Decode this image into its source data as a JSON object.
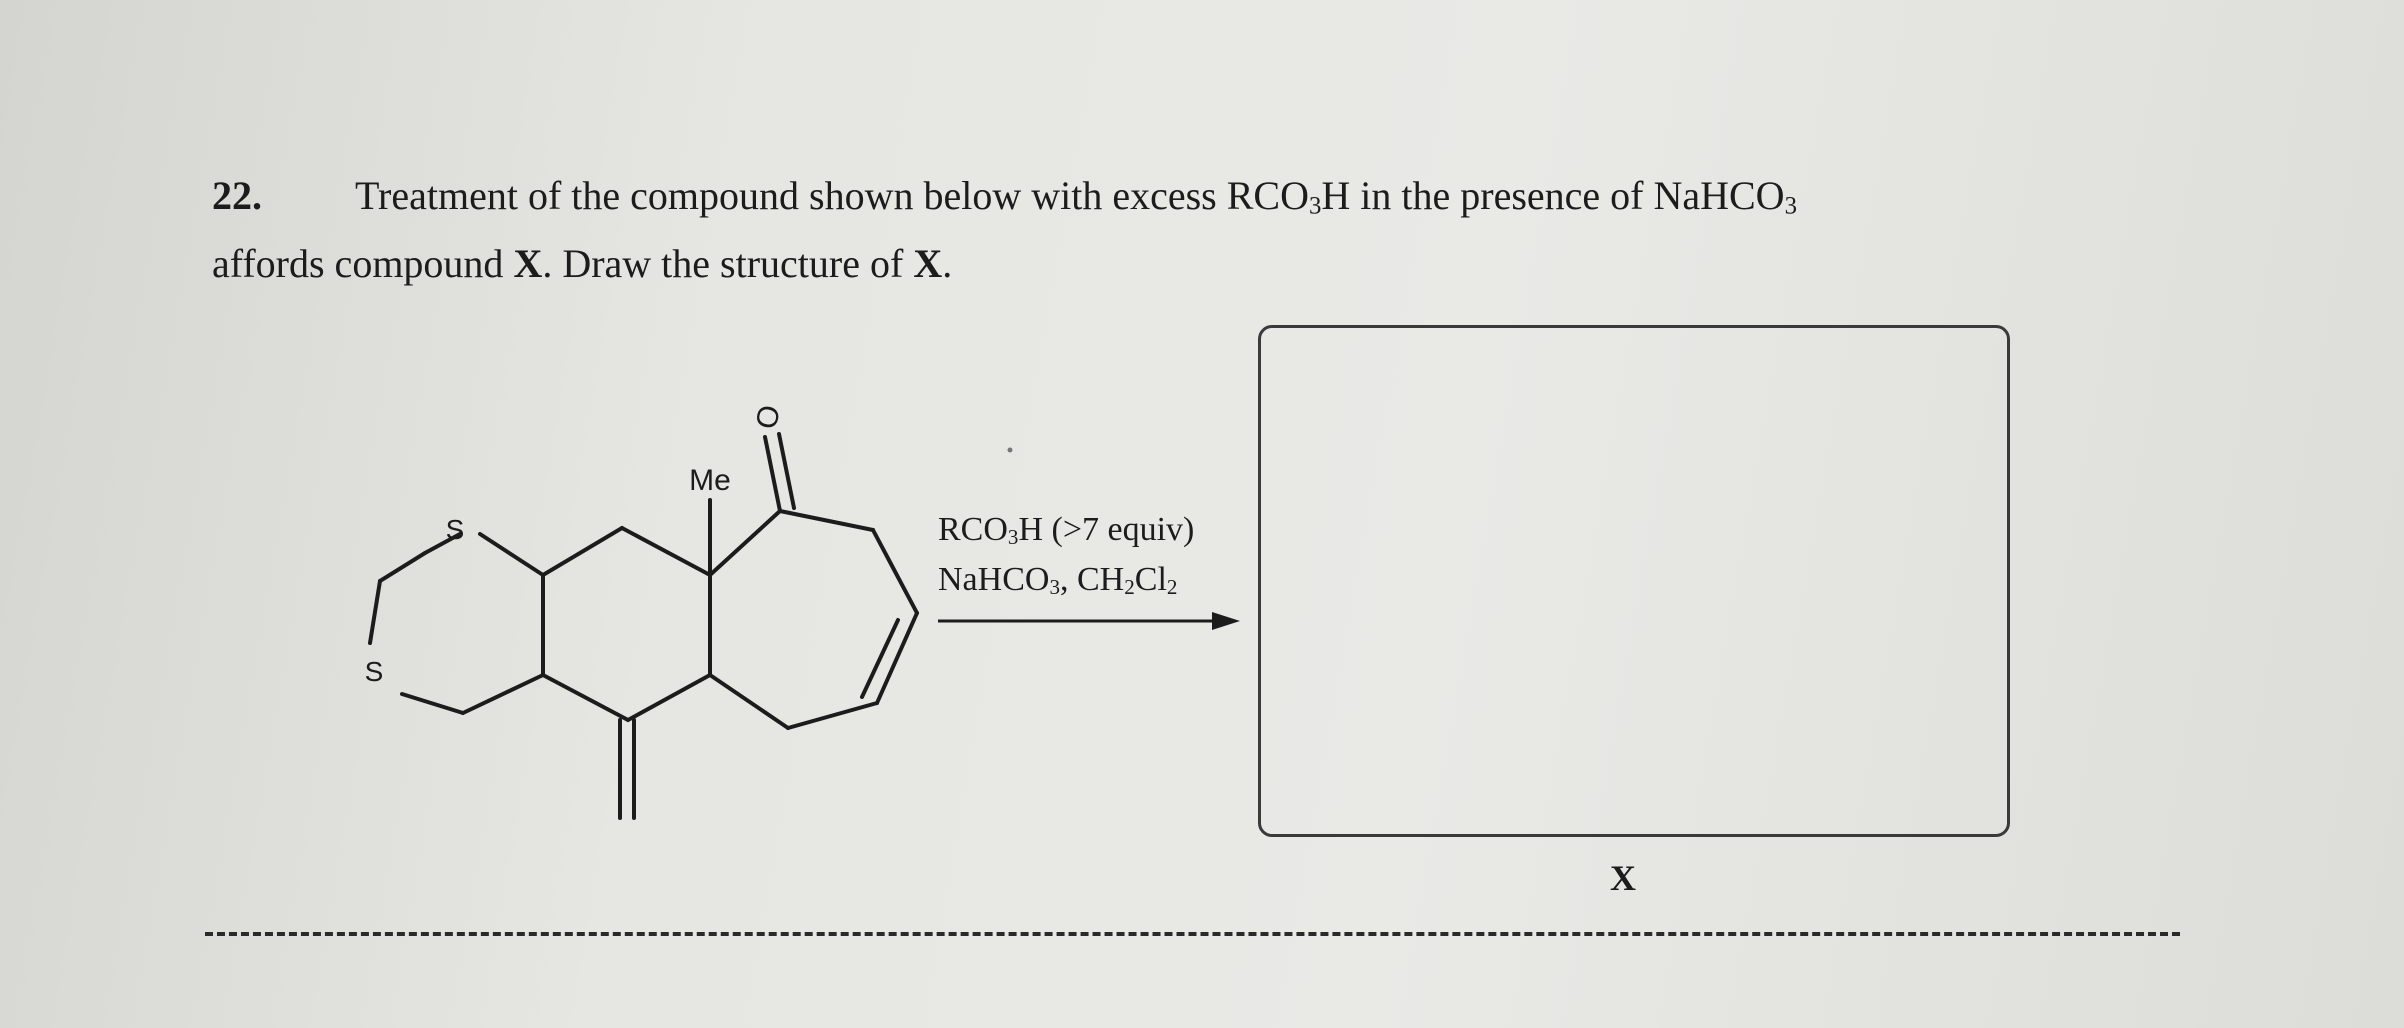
{
  "question": {
    "number": "22.",
    "line1_parts": [
      "Treatment of the compound shown below with excess RCO",
      "3",
      "H in the presence of NaHCO",
      "3"
    ],
    "line2_parts": [
      "affords compound ",
      "X",
      ". Draw the structure of ",
      "X",
      "."
    ]
  },
  "reaction": {
    "reagent_line1_parts": [
      "RCO",
      "3",
      "H (>7 equiv)"
    ],
    "reagent_line2_parts": [
      "NaHCO",
      "3",
      ", CH",
      "2",
      "Cl",
      "2"
    ]
  },
  "structure_labels": {
    "methyl": "Me",
    "oxygen": "O",
    "sulfur_1": "S",
    "sulfur_2": "S"
  },
  "answer": {
    "compound_label": "X"
  }
}
